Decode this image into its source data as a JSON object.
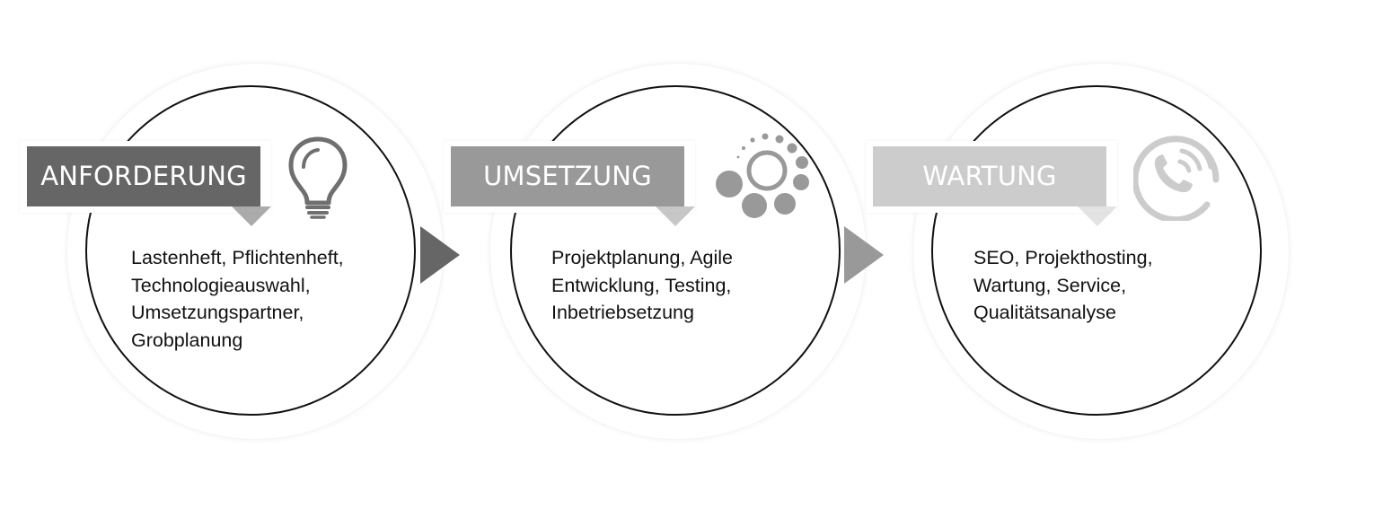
{
  "phases": [
    {
      "title": "ANFORDERUNG",
      "icon": "lightbulb-icon",
      "color": "#666666",
      "lines": [
        "Lastenheft, Pflichtenheft,",
        "Technologieauswahl,",
        "Umsetzungspartner,",
        "Grobplanung"
      ]
    },
    {
      "title": "UMSETZUNG",
      "icon": "process-dots-icon",
      "color": "#999999",
      "lines": [
        "Projektplanung, Agile",
        "Entwicklung, Testing,",
        "Inbetriebsetzung"
      ]
    },
    {
      "title": "WARTUNG",
      "icon": "phone-signal-icon",
      "color": "#cccccc",
      "lines": [
        "SEO, Projekthosting,",
        "Wartung, Service,",
        "Qualitätsanalyse"
      ]
    }
  ],
  "connectors": [
    {
      "icon": "arrow-right-icon",
      "color": "#666666"
    },
    {
      "icon": "arrow-right-icon",
      "color": "#999999"
    }
  ]
}
